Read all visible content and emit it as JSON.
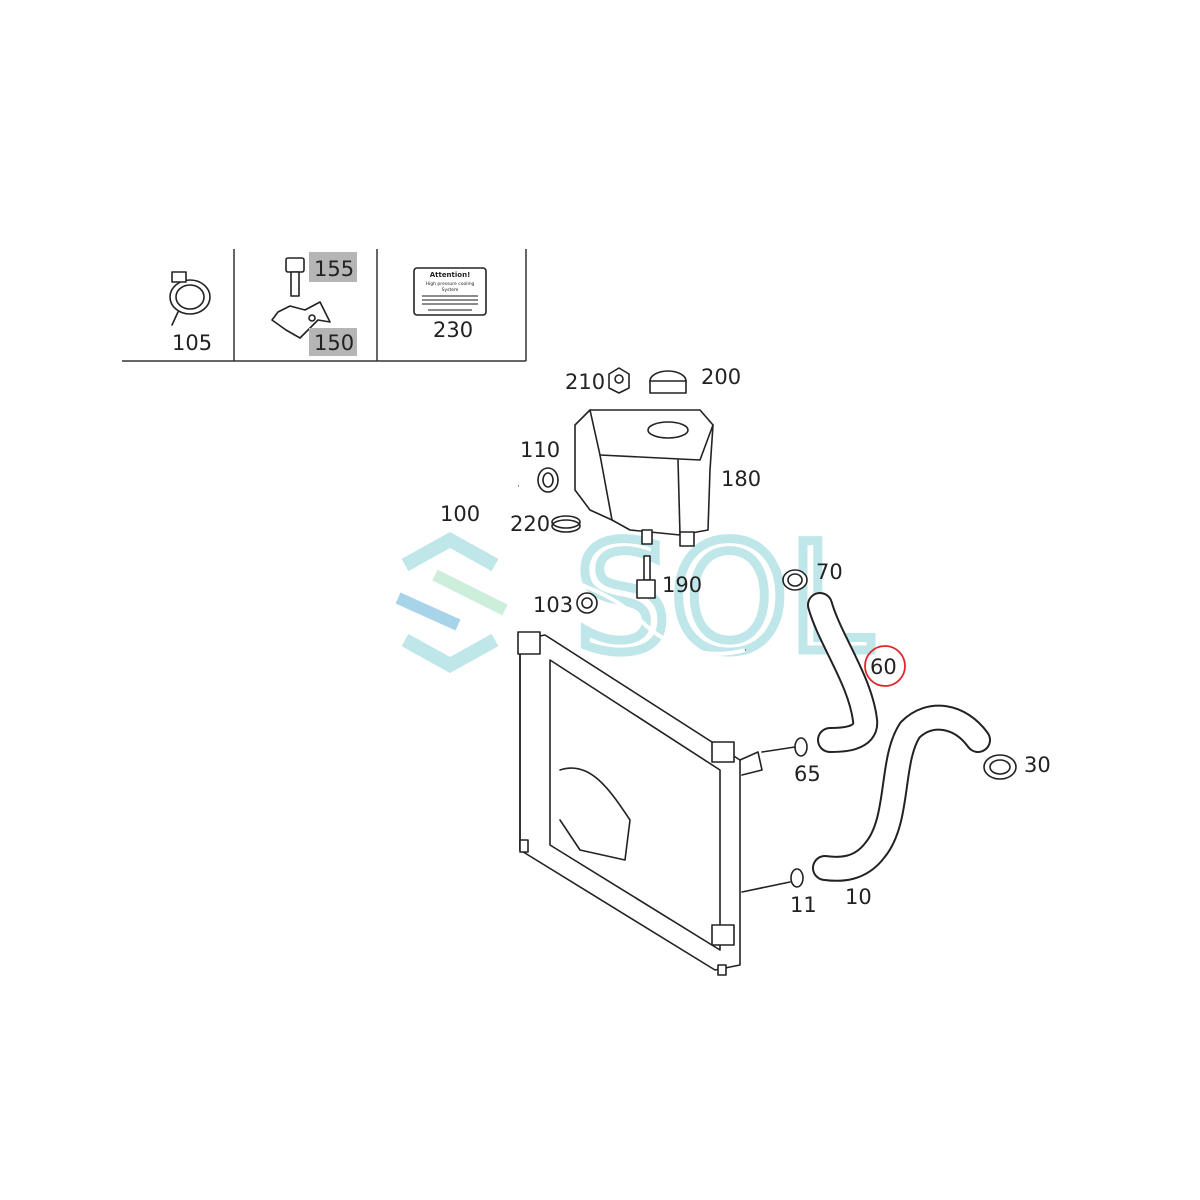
{
  "diagram": {
    "title": "Coolant radiator, hoses and expansion tank parts diagram",
    "highlight_color": "#e0262b",
    "watermark_color": "#bfe6e8",
    "watermark_text": "SOL",
    "inset_labels": {
      "clamp": "105",
      "bolt": "155",
      "bracket": "150",
      "sticker": "230"
    },
    "sticker_text": {
      "heading": "Attention!",
      "line1": "High pressure cooling",
      "line2": "System"
    },
    "part_labels": {
      "p210": "210",
      "p200": "200",
      "p110": "110",
      "p180": "180",
      "p100": "100",
      "p220": "220",
      "p190": "190",
      "p103": "103",
      "p70": "70",
      "p60": "60",
      "p65": "65",
      "p30": "30",
      "p11": "11",
      "p10": "10"
    },
    "highlighted_part": "60"
  }
}
